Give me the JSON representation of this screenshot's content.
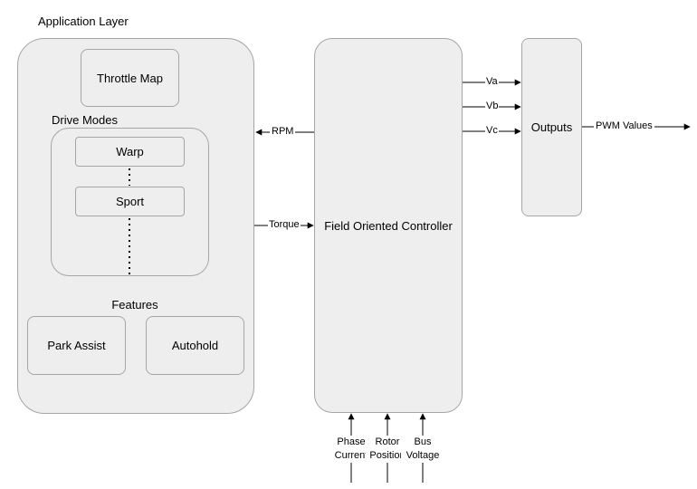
{
  "application_layer": {
    "title": "Application Layer",
    "throttle_map": "Throttle Map",
    "drive_modes": {
      "title": "Drive Modes",
      "warp": "Warp",
      "sport": "Sport"
    },
    "features": {
      "title": "Features",
      "park_assist": "Park Assist",
      "autohold": "Autohold"
    }
  },
  "foc": {
    "label": "Field Oriented Controller"
  },
  "outputs": {
    "label": "Outputs"
  },
  "signals": {
    "rpm": "RPM",
    "torque": "Torque",
    "va": "Va",
    "vb": "Vb",
    "vc": "Vc",
    "pwm": "PWM Values"
  },
  "inputs": {
    "phase_current": [
      "Phase",
      "Current"
    ],
    "rotor_position": [
      "Rotor",
      "Position"
    ],
    "bus_voltage": [
      "Bus",
      "Voltage"
    ]
  },
  "colors": {
    "box_fill": "#eeeeee",
    "box_border": "#a6a6a6",
    "line": "#000000"
  }
}
